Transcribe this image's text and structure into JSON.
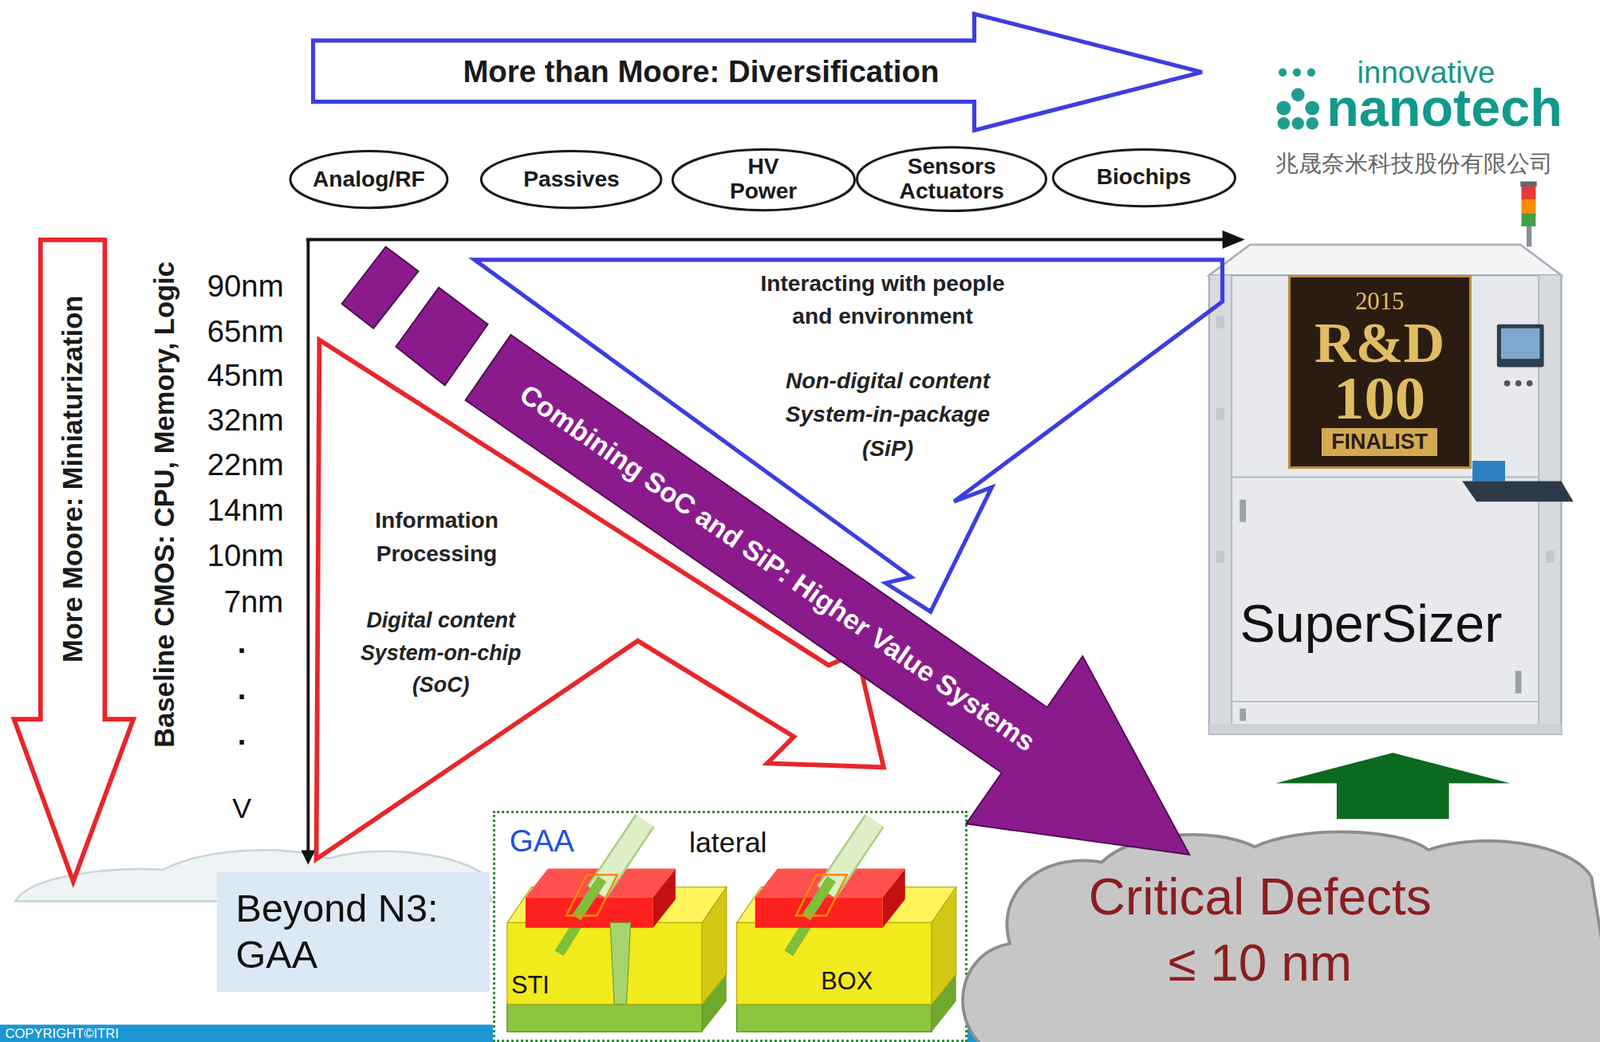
{
  "diagram": {
    "nodes": [
      {
        "text": [
          "More than Moore: Diversification"
        ]
      },
      {
        "text": [
          "Analog/RF"
        ]
      },
      {
        "text": [
          "Passives"
        ]
      },
      {
        "text": [
          "HV Power"
        ]
      },
      {
        "text": [
          "Sensors Actuators"
        ]
      },
      {
        "text": [
          "Biochips"
        ]
      },
      {
        "text": [
          "SuperSizer"
        ]
      },
      {
        "text": [
          "2015",
          "R&D",
          "100",
          "FINALIST"
        ],
        "in": 6
      },
      {
        "text": [
          "More Moore: Miniaturization"
        ]
      },
      {
        "text": [
          "Interacting with people and environment",
          "Non-digital content System-in-package (SiP)"
        ]
      },
      {
        "text": [
          "Information Processing",
          "Digital content System-on-chip (SoC)"
        ]
      },
      {
        "text": [
          "Combining SoC and SiP: Higher Value Systems"
        ]
      },
      {
        "text": [
          "Beyond N3: GAA"
        ]
      },
      {
        "text": [
          "GAA",
          "lateral"
        ]
      },
      {
        "text": [
          "Critical Defects ≤ 10 nm"
        ]
      }
    ],
    "edges": [
      {
        "from": 14,
        "to": 6,
        "arrow": "to"
      }
    ],
    "labels": [
      "innovative",
      "nanotech",
      "兆晟奈米科技股份有限公司",
      "Baseline CMOS: CPU, Memory, Logic",
      "90nm",
      "65nm",
      "45nm",
      "32nm",
      "22nm",
      "14nm",
      "10nm",
      "7nm",
      ".",
      ".",
      ".",
      "V",
      "STI",
      "BOX",
      "COPYRIGHT©ITRI"
    ]
  }
}
